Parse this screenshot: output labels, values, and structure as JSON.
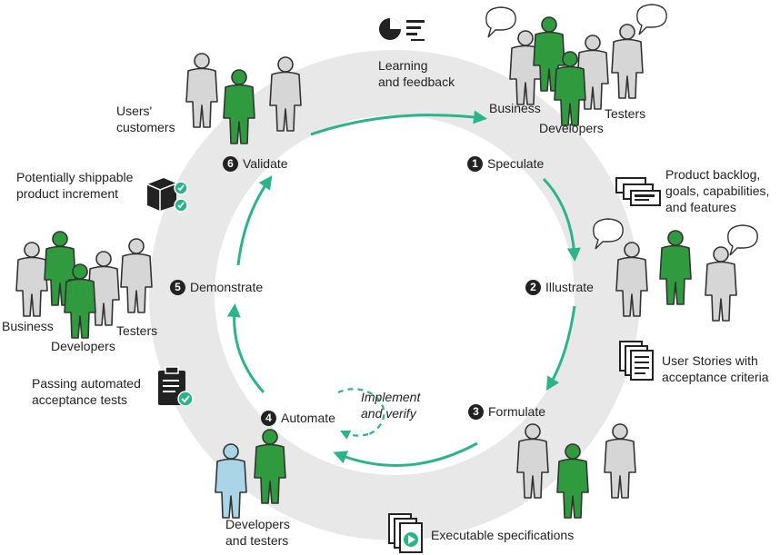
{
  "colors": {
    "ring": "#e8e8e9",
    "arrow": "#2bb48a",
    "green": "#2f9a3e",
    "light_blue": "#a9d5e6",
    "gray": "#d6d6d6",
    "dark": "#222222"
  },
  "steps": [
    {
      "number": "1",
      "label": "Speculate"
    },
    {
      "number": "2",
      "label": "Illustrate"
    },
    {
      "number": "3",
      "label": "Formulate"
    },
    {
      "number": "4",
      "label": "Automate"
    },
    {
      "number": "5",
      "label": "Demonstrate"
    },
    {
      "number": "6",
      "label": "Validate"
    }
  ],
  "artifacts": {
    "learning": "Learning\nand feedback",
    "backlog": "Product backlog,\ngoals, capabilities,\nand features",
    "stories": "User Stories with\nacceptance criteria",
    "exec_specs": "Executable specifications",
    "passing_tests": "Passing automated\nacceptance tests",
    "shippable": "Potentially shippable\nproduct increment",
    "implement": "Implement\nand verify"
  },
  "roles": {
    "users_customers": "Users'\ncustomers",
    "top_business": "Business",
    "top_developers": "Developers",
    "top_testers": "Testers",
    "left_business": "Business",
    "left_developers": "Developers",
    "left_testers": "Testers",
    "dev_testers": "Developers\nand testers"
  },
  "icons": [
    "chart-doc-icon",
    "stacked-cards-icon",
    "document-stack-icon",
    "video-doc-icon",
    "clipboard-check-icon",
    "package-check-icon",
    "speech-bubble-icon",
    "person-icon"
  ]
}
